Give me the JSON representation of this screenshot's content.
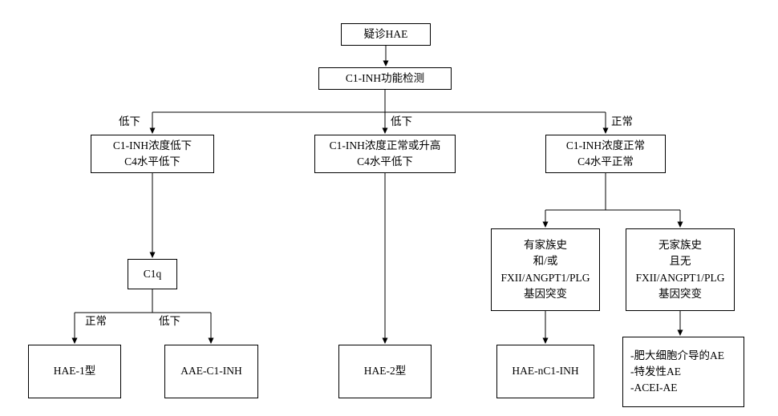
{
  "diagram": {
    "type": "flowchart",
    "background": "#ffffff",
    "line_color": "#000000",
    "text_color": "#000000",
    "nodes": {
      "suspect": {
        "lines": [
          "疑诊HAE"
        ]
      },
      "test": {
        "lines": [
          "C1-INH功能检测"
        ]
      },
      "low_low": {
        "lines": [
          "C1-INH浓度低下",
          "C4水平低下"
        ]
      },
      "normal_or_high_low": {
        "lines": [
          "C1-INH浓度正常或升高",
          "C4水平低下"
        ]
      },
      "normal_normal": {
        "lines": [
          "C1-INH浓度正常",
          "C4水平正常"
        ]
      },
      "c1q": {
        "lines": [
          "C1q"
        ]
      },
      "family": {
        "lines": [
          "有家族史",
          "和/或",
          "FXII/ANGPT1/PLG",
          "基因突变"
        ]
      },
      "no_family": {
        "lines": [
          "无家族史",
          "且无",
          "FXII/ANGPT1/PLG",
          "基因突变"
        ]
      },
      "hae1": {
        "lines": [
          "HAE-1型"
        ]
      },
      "aae": {
        "lines": [
          "AAE-C1-INH"
        ]
      },
      "hae2": {
        "lines": [
          "HAE-2型"
        ]
      },
      "hae_nc1": {
        "lines": [
          "HAE-nC1-INH"
        ]
      },
      "other": {
        "lines": [
          "-肥大细胞介导的AE",
          "-特发性AE",
          "-ACEI-AE"
        ]
      }
    },
    "edge_labels": {
      "branch_left": "低下",
      "branch_mid": "低下",
      "branch_right": "正常",
      "c1q_normal": "正常",
      "c1q_low": "低下"
    }
  }
}
